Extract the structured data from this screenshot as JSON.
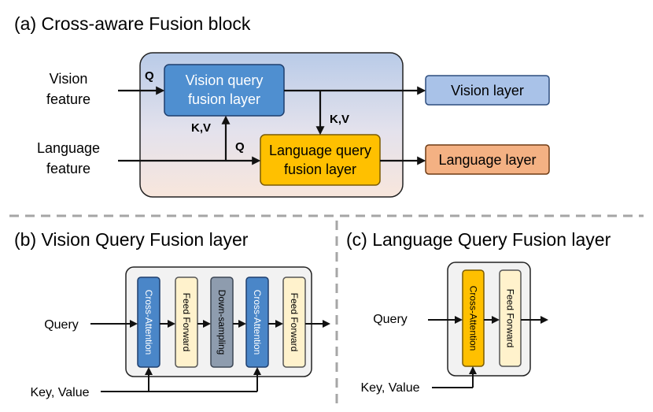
{
  "panel_a": {
    "title": "(a) Cross-aware Fusion block",
    "vision_feature": [
      "Vision",
      "feature"
    ],
    "language_feature": [
      "Language",
      "feature"
    ],
    "vision_query_fusion_layer": [
      "Vision query",
      "fusion layer"
    ],
    "language_query_fusion_layer": [
      "Language query",
      "fusion layer"
    ],
    "q_top": "Q",
    "q_bottom": "Q",
    "kv_left": "K,V",
    "kv_right": "K,V",
    "vision_layer": "Vision layer",
    "language_layer": "Language layer"
  },
  "panel_b": {
    "title": "(b) Vision Query Fusion layer",
    "blocks": [
      "Cross-Attention",
      "Feed Forward",
      "Down-sampling",
      "Cross-Attention",
      "Feed Forward"
    ],
    "query_label": "Query",
    "key_value_label": "Key, Value"
  },
  "panel_c": {
    "title": "(c) Language Query Fusion layer",
    "blocks": [
      "Cross-Attention",
      "Feed Forward"
    ],
    "query_label": "Query",
    "key_value_label": "Key, Value"
  },
  "colors": {
    "cross_attention": "#4a86c8",
    "feed_forward": "#fff2cc",
    "down_sampling": "#8e9cae",
    "vision_query_box": "#4f8fd0",
    "language_query_box": "#ffc000",
    "vision_layer": "#a9c2e8",
    "language_layer": "#f4b183"
  }
}
